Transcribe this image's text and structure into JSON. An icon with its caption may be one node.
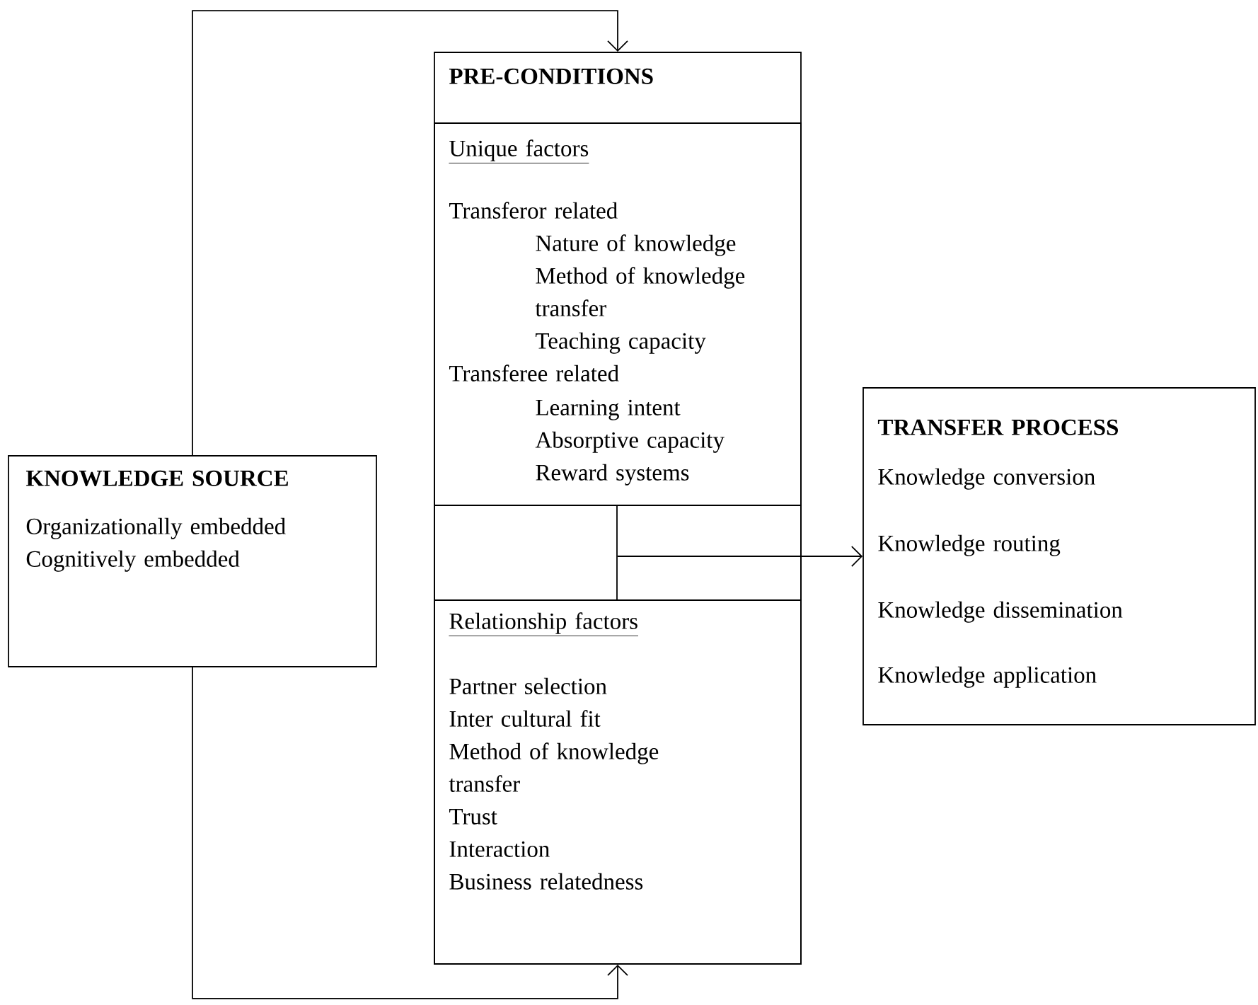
{
  "diagram": {
    "nodes": [
      {
        "text": [
          "KNOWLEDGE SOURCE",
          "Organizationally embedded",
          "Cognitively embedded"
        ]
      },
      {
        "text": [
          "PRE-CONDITIONS"
        ]
      },
      {
        "text": [
          "Unique factors",
          "Transferor related",
          "Nature of knowledge",
          "Method of knowledge transfer",
          "Teaching capacity",
          "Transferee related",
          "Learning intent",
          "Absorptive capacity",
          "Reward systems"
        ],
        "in": 1
      },
      {
        "text": [],
        "shape": "box",
        "in": 1
      },
      {
        "text": [
          "Relationship factors",
          "Partner selection",
          "Inter cultural fit",
          "Method of knowledge transfer",
          "Trust",
          "Interaction",
          "Business relatedness"
        ],
        "in": 1
      },
      {
        "text": [
          "TRANSFER PROCESS",
          "Knowledge conversion",
          "Knowledge routing",
          "Knowledge dissemination",
          "Knowledge application"
        ]
      }
    ],
    "edges": [
      {
        "from": 0,
        "to": 1,
        "arrow": "to"
      },
      {
        "from": 0,
        "to": 4,
        "arrow": "to"
      },
      {
        "from": 3,
        "to": 5,
        "arrow": "to"
      }
    ]
  }
}
